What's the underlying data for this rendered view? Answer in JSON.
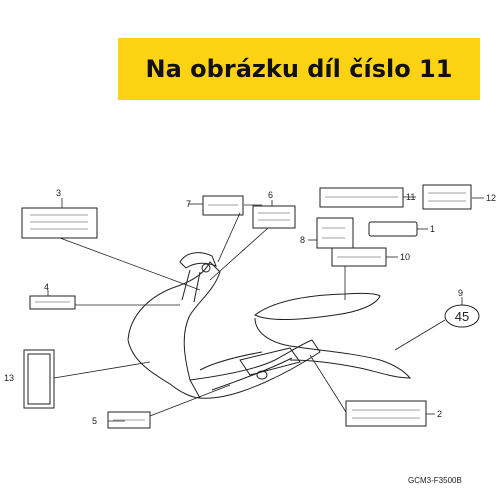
{
  "banner": {
    "text": "Na obrázku díl číslo 11",
    "color": "#fcd313"
  },
  "callouts": {
    "n1": "1",
    "n2": "2",
    "n3": "3",
    "n4": "4",
    "n5": "5",
    "n6": "6",
    "n7": "7",
    "n8": "8",
    "n9": "9",
    "n10": "10",
    "n11": "11",
    "n12": "12",
    "n13": "13"
  },
  "part9_label": "45",
  "diagram_code": "GCM3-F3500B"
}
